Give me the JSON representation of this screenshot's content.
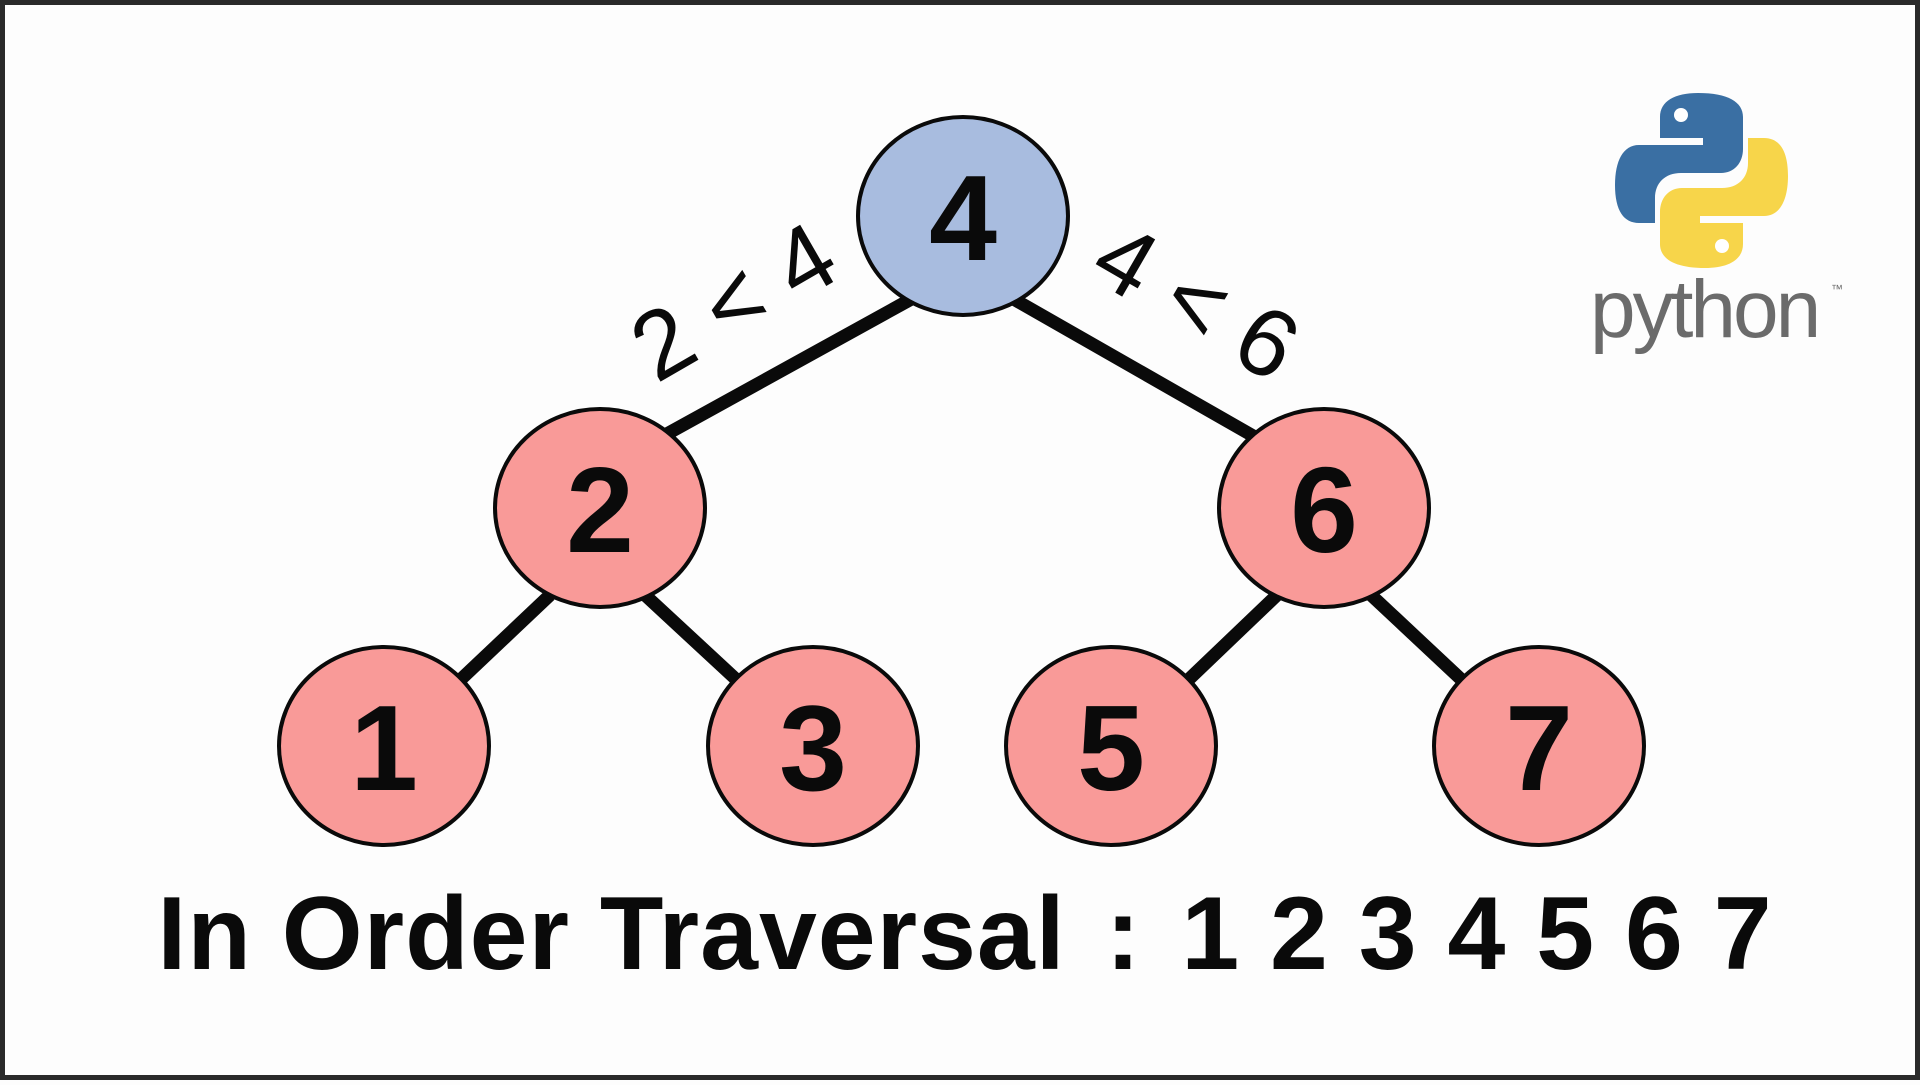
{
  "diagram": {
    "nodes": [
      {
        "id": "n4",
        "label": "4",
        "color": "#a8bcdf"
      },
      {
        "id": "n2",
        "label": "2",
        "color": "#f99a98"
      },
      {
        "id": "n6",
        "label": "6",
        "color": "#f99a98"
      },
      {
        "id": "n1",
        "label": "1",
        "color": "#f99a98"
      },
      {
        "id": "n3",
        "label": "3",
        "color": "#f99a98"
      },
      {
        "id": "n5",
        "label": "5",
        "color": "#f99a98"
      },
      {
        "id": "n7",
        "label": "7",
        "color": "#f99a98"
      }
    ],
    "edges": [
      {
        "from": "n4",
        "to": "n2",
        "label": "2 < 4"
      },
      {
        "from": "n4",
        "to": "n6",
        "label": "4 < 6"
      },
      {
        "from": "n2",
        "to": "n1"
      },
      {
        "from": "n2",
        "to": "n3"
      },
      {
        "from": "n6",
        "to": "n5"
      },
      {
        "from": "n6",
        "to": "n7"
      }
    ]
  },
  "caption": {
    "title": "In Order Traversal",
    "separator": ":",
    "sequence": "1 2 3 4 5 6 7"
  },
  "logo": {
    "word": "python",
    "trademark": "™",
    "colors": {
      "blue": "#3a6fa3",
      "yellow": "#f7d54a"
    }
  },
  "colors": {
    "border": "#2a2a2a",
    "stroke": "#0a0a0a",
    "root_fill": "#a8bcdf",
    "node_fill": "#f99a98"
  }
}
